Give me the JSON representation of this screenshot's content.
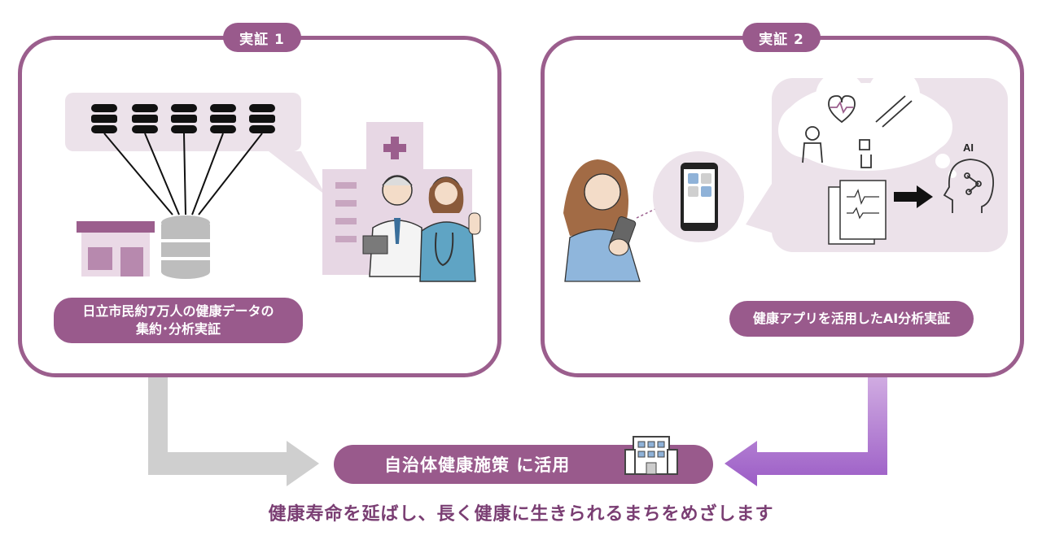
{
  "panel1": {
    "tag": "実証 1",
    "caption_line1": "日立市民約7万人の健康データの",
    "caption_line2": "集約･分析実証"
  },
  "panel2": {
    "tag": "実証 2",
    "caption": "健康アプリを活用したAI分析実証",
    "ai_label": "AI"
  },
  "policy": {
    "label": "自治体健康施策 に活用"
  },
  "slogan": "健康寿命を延ばし、長く健康に生きられるまちをめざします",
  "colors": {
    "accent": "#995a8c",
    "light_purple": "#ece2ea",
    "arrow_gray": "#c9c9c9",
    "arrow_purple": "#a36bc9"
  }
}
